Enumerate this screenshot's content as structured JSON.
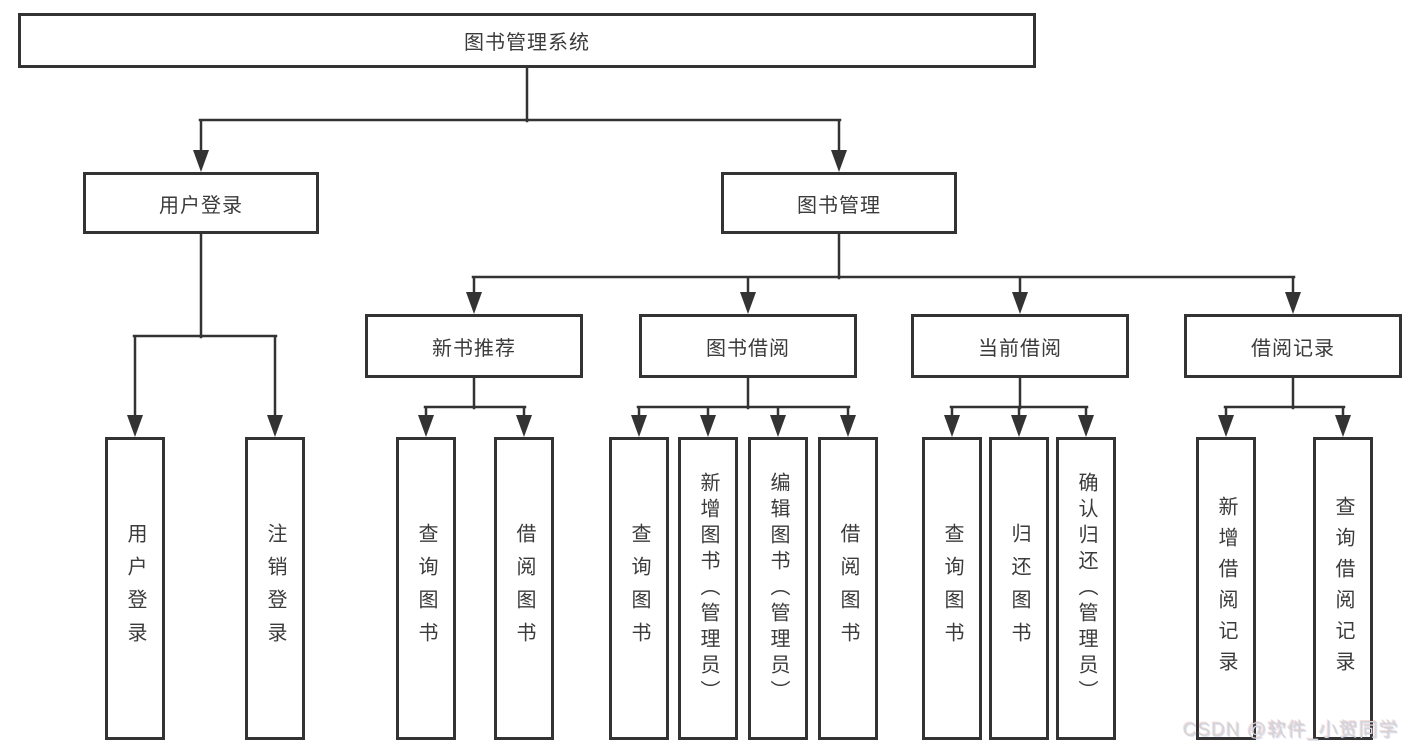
{
  "root": {
    "label": "图书管理系统"
  },
  "level2": [
    {
      "label": "用户登录"
    },
    {
      "label": "图书管理"
    }
  ],
  "level3": [
    {
      "label": "新书推荐"
    },
    {
      "label": "图书借阅"
    },
    {
      "label": "当前借阅"
    },
    {
      "label": "借阅记录"
    }
  ],
  "leaves": [
    {
      "label": "用户登录"
    },
    {
      "label": "注销登录"
    },
    {
      "label": "查询图书"
    },
    {
      "label": "借阅图书"
    },
    {
      "label": "查询图书"
    },
    {
      "label": "新增图书（管理员）"
    },
    {
      "label": "编辑图书（管理员）"
    },
    {
      "label": "借阅图书"
    },
    {
      "label": "查询图书"
    },
    {
      "label": "归还图书"
    },
    {
      "label": "确认归还（管理员）"
    },
    {
      "label": "新增借阅记录"
    },
    {
      "label": "查询借阅记录"
    }
  ],
  "watermark": {
    "text": "CSDN @软件_小贺同学"
  },
  "colors": {
    "line": "#333333",
    "border": "#333333",
    "text": "#3b3b3b",
    "watermark": "#d4d4d6",
    "background": "#ffffff"
  }
}
